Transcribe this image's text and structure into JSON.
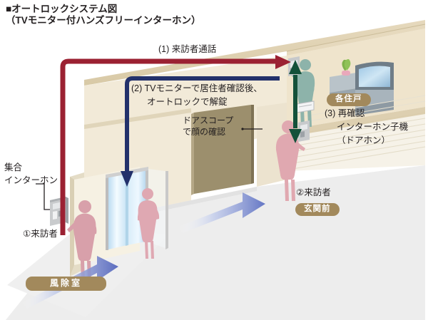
{
  "title": {
    "line1": "■オートロックシステム図",
    "line2": "（TVモニター付ハンズフリーインターホン）"
  },
  "labels": {
    "step1": "(1) 来訪者通話",
    "step2_line1": "(2) TVモニターで居住者確認後、",
    "step2_line2": "オートロックで解錠",
    "doorscope_line1": "ドアスコープ",
    "doorscope_line2": "で顔の確認",
    "step3_line1": "(3) 再確認",
    "step3_line2": "インターホン子機",
    "step3_line3": "（ドアホン）",
    "collective_intercom_line1": "集合",
    "collective_intercom_line2": "インターホン",
    "visitor1": "①来訪者",
    "visitor2": "②来訪者"
  },
  "badges": {
    "each_dwelling": "各住戸",
    "before_entrance": "玄関前",
    "windbreak_room": "風除室"
  },
  "colors": {
    "arrow_red": "#9b2132",
    "arrow_navy": "#23316b",
    "arrow_green": "#14513a",
    "badge_tan": "#a2895c",
    "figure_pink": "#e0a8b0",
    "figure_teal": "#8db3aa",
    "wall_cream": "#f2ead8",
    "ceiling_tan": "#ded0b0",
    "floor_grey": "#ebebeb",
    "door_brown": "#9c8f6d",
    "glass_blue": "#cfe6f7",
    "text": "#231f20"
  },
  "icons": {
    "entrance_panel": "collective-intercom-panel-icon",
    "door_phone": "door-phone-icon",
    "tv": "tv-icon",
    "plant": "plant-icon",
    "mailslot": "mail-slot-icon"
  }
}
